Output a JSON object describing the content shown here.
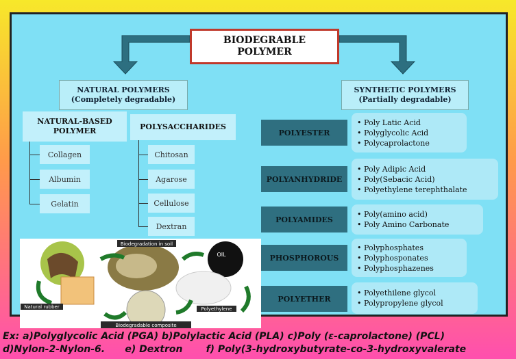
{
  "title": "BIODEGRABLE POLYMER",
  "natural": {
    "title": "NATURAL POLYMERS",
    "subtitle": "(Completely degradable)",
    "natural_based": {
      "title": "NATURAL-BASED POLYMER",
      "items": [
        "Collagen",
        "Albumin",
        "Gelatin"
      ]
    },
    "polysaccharides": {
      "title": "POLYSACCHARIDES",
      "items": [
        "Chitosan",
        "Agarose",
        "Cellulose",
        "Dextran"
      ]
    }
  },
  "synthetic": {
    "title": "SYNTHETIC POLYMERS",
    "subtitle": "(Partially degradable)",
    "classes": [
      {
        "name": "POLYESTER",
        "examples": [
          "Poly Latic Acid",
          "Polyglycolic Acid",
          "Polycaprolactone"
        ]
      },
      {
        "name": "POLYANHYDRIDE",
        "examples": [
          "Poly Adipic Acid",
          "Poly(Sebacic Acid)",
          "Polyethylene terephthalate"
        ]
      },
      {
        "name": "POLYAMIDES",
        "examples": [
          "Poly(amino acid)",
          "Poly Amino Carbonate"
        ]
      },
      {
        "name": "PHOSPHOROUS",
        "examples": [
          "Polyphosphates",
          "Polyphosponates",
          "Polyphosphazenes"
        ]
      },
      {
        "name": "POLYETHER",
        "examples": [
          "Polyethilene glycol",
          "Polypropylene glycol"
        ]
      }
    ]
  },
  "figure": {
    "labels": {
      "soil": "Biodegradation in soil",
      "rubber": "Natural rubber",
      "polyethylene": "Polyethylene",
      "composite": "Biodegradable composite",
      "oil": "OIL"
    }
  },
  "footer": {
    "line1": "Ex: a)Polyglycolic Acid (PGA) b)Polylactic Acid (PLA) c)Poly (ε-caprolactone) (PCL)",
    "line2": "d)Nylon-2-Nylon-6.      e) Dextron       f) Poly(3-hydroxybutyrate-co-3-hydroxyvalerate"
  }
}
